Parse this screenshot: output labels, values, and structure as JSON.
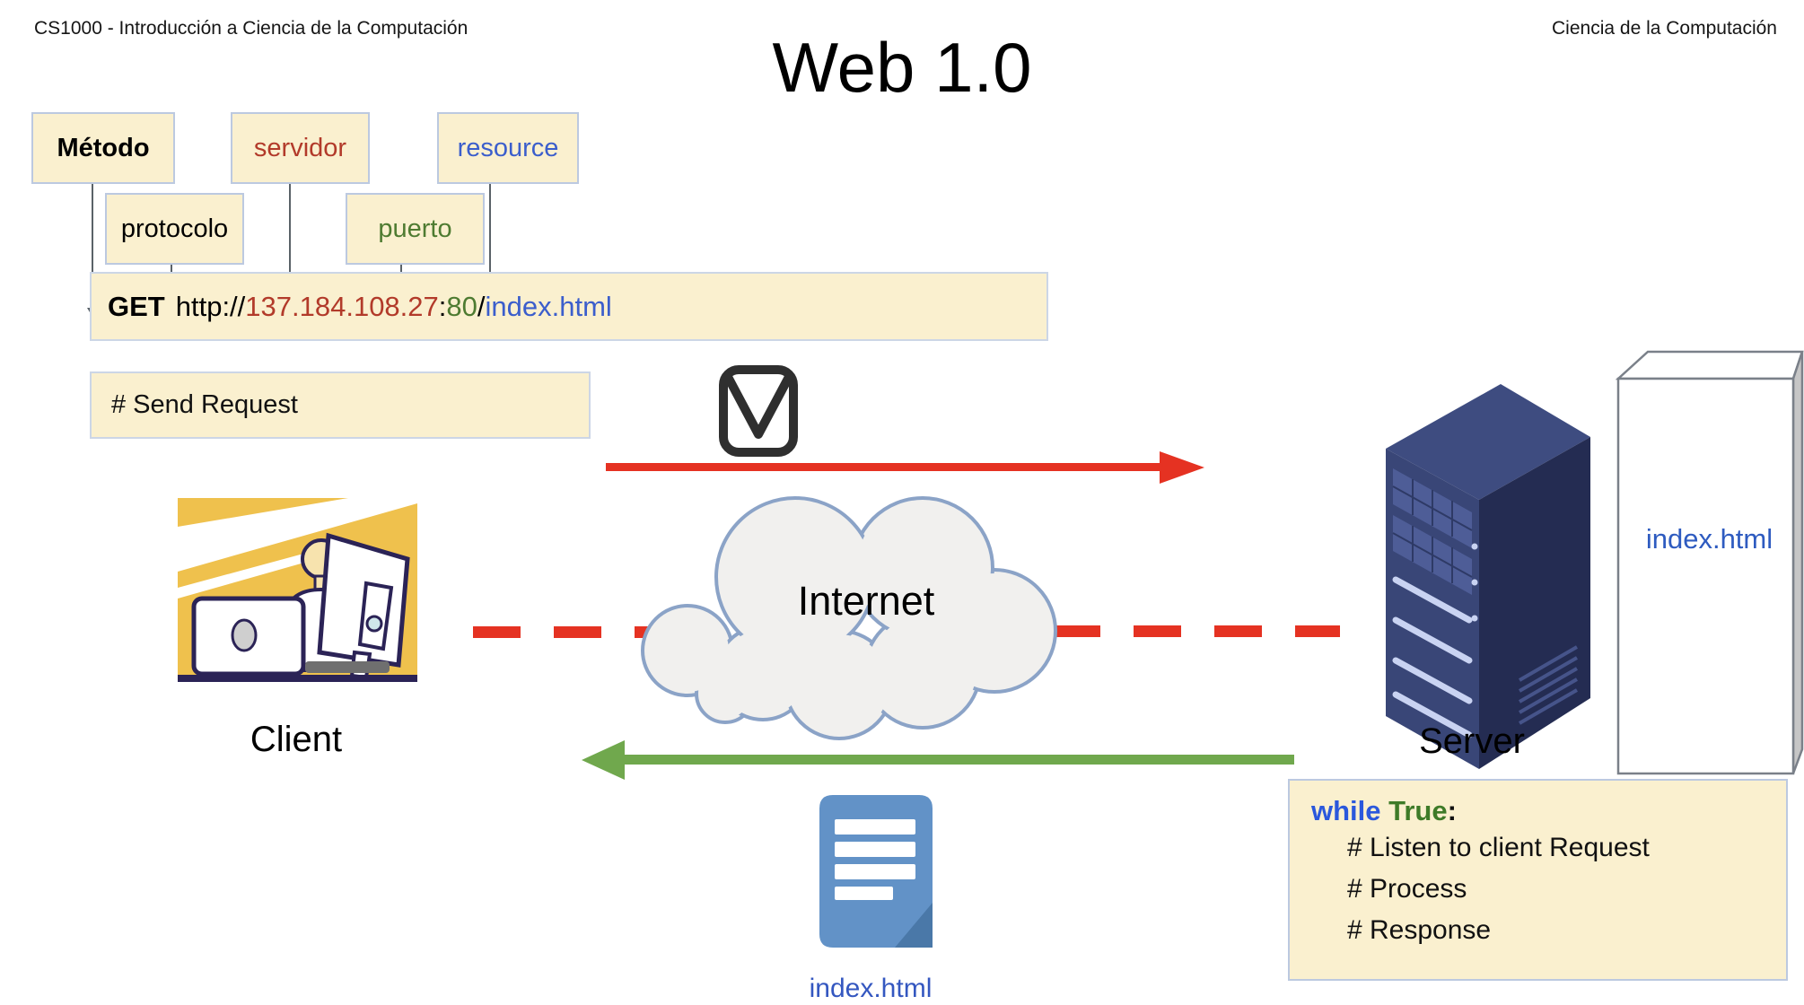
{
  "slide": {
    "header_left": "CS1000 - Introducción a Ciencia de la Computación",
    "header_right": "Ciencia de la Computación",
    "title": "Web 1.0"
  },
  "url_labels": {
    "metodo": "Método",
    "protocolo": "protocolo",
    "servidor": "servidor",
    "puerto": "puerto",
    "resource": "resource"
  },
  "request_url": {
    "method": "GET",
    "scheme": "http://",
    "host": "137.184.108.27",
    "colon": ":",
    "port": "80",
    "slash": "/",
    "path": "index.html"
  },
  "client_side": {
    "comment": "# Send Request",
    "label": "Client"
  },
  "network": {
    "label": "Internet"
  },
  "server_side": {
    "label": "Server",
    "file_label": "index.html",
    "code": {
      "kw_while": "while",
      "kw_true": "True",
      "colon": ":",
      "lines": [
        "# Listen to client Request",
        "# Process",
        "# Response"
      ]
    }
  },
  "response": {
    "file_label": "index.html"
  },
  "icons": {
    "envelope": "envelope-icon",
    "cloud": "internet-cloud",
    "server": "server-tower-icon",
    "document": "html-document-icon",
    "client": "client-at-computer-illustration"
  },
  "colors": {
    "box_fill": "#faf0cf",
    "box_border": "#bcc9e0",
    "request_red": "#e53222",
    "response_green": "#70a84d",
    "host_red": "#b23a2a",
    "port_green": "#4e7b31",
    "resource_blue": "#3b5ecc",
    "server_navy": "#394677",
    "doc_blue": "#6292c7"
  }
}
